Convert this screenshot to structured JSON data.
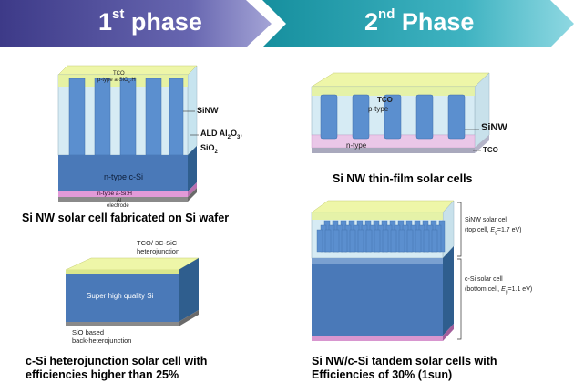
{
  "header": {
    "phase1": {
      "base": "1",
      "sup": "st",
      "rest": " phase"
    },
    "phase2": {
      "base": "2",
      "sup": "nd",
      "rest": " Phase"
    },
    "colors": {
      "phase1_dark": "#433f8c",
      "phase1_light": "#9a9ad0",
      "phase2_dark": "#1c9aa8",
      "phase2_light": "#82d2dc"
    }
  },
  "cell1": {
    "tco": "TCO",
    "p_layer": "p-type a-SiO",
    "p_layer_sub": "x",
    "p_layer_suffix": ":H",
    "sinw": "SiNW",
    "ald": "ALD Al",
    "ald_sub1": "2",
    "ald_mid": "O",
    "ald_sub2": "3",
    "ald_end": ",",
    "sio2": "SiO",
    "sio2_sub": "2",
    "substrate": "n-type c-Si",
    "n_layer": "n-type a-Si:H",
    "al": "Al",
    "electrode": "electrode",
    "caption": "Si NW solar cell fabricated on Si wafer"
  },
  "cell2": {
    "tco_top": "TCO",
    "p_layer": "p-type",
    "sinw": "SiNW",
    "n_layer": "n-type",
    "tco_bottom": "TCO",
    "caption": "Si NW thin-film solar cells"
  },
  "cell3": {
    "tco": "TCO/ 3C-SiC",
    "hetero": "heterojunction",
    "body": "Super high quality Si",
    "back1": "SiO based",
    "back2": "back-heterojunction",
    "caption1": "c-Si heterojunction solar cell  with",
    "caption2": "efficiencies higher than 25%"
  },
  "cell4": {
    "top1": "SiNW solar cell",
    "top2_pre": "(top cell, ",
    "top2_e": "E",
    "top2_g": "g",
    "top2_post": "=1.7 eV)",
    "bot1": "c-Si  solar cell",
    "bot2_pre": "(bottom cell, ",
    "bot2_e": "E",
    "bot2_g": "g",
    "bot2_post": "=1.1 eV)",
    "caption1": "Si NW/c-Si tandem solar cells with",
    "caption2": "Efficiencies of 30% (1sun)"
  }
}
